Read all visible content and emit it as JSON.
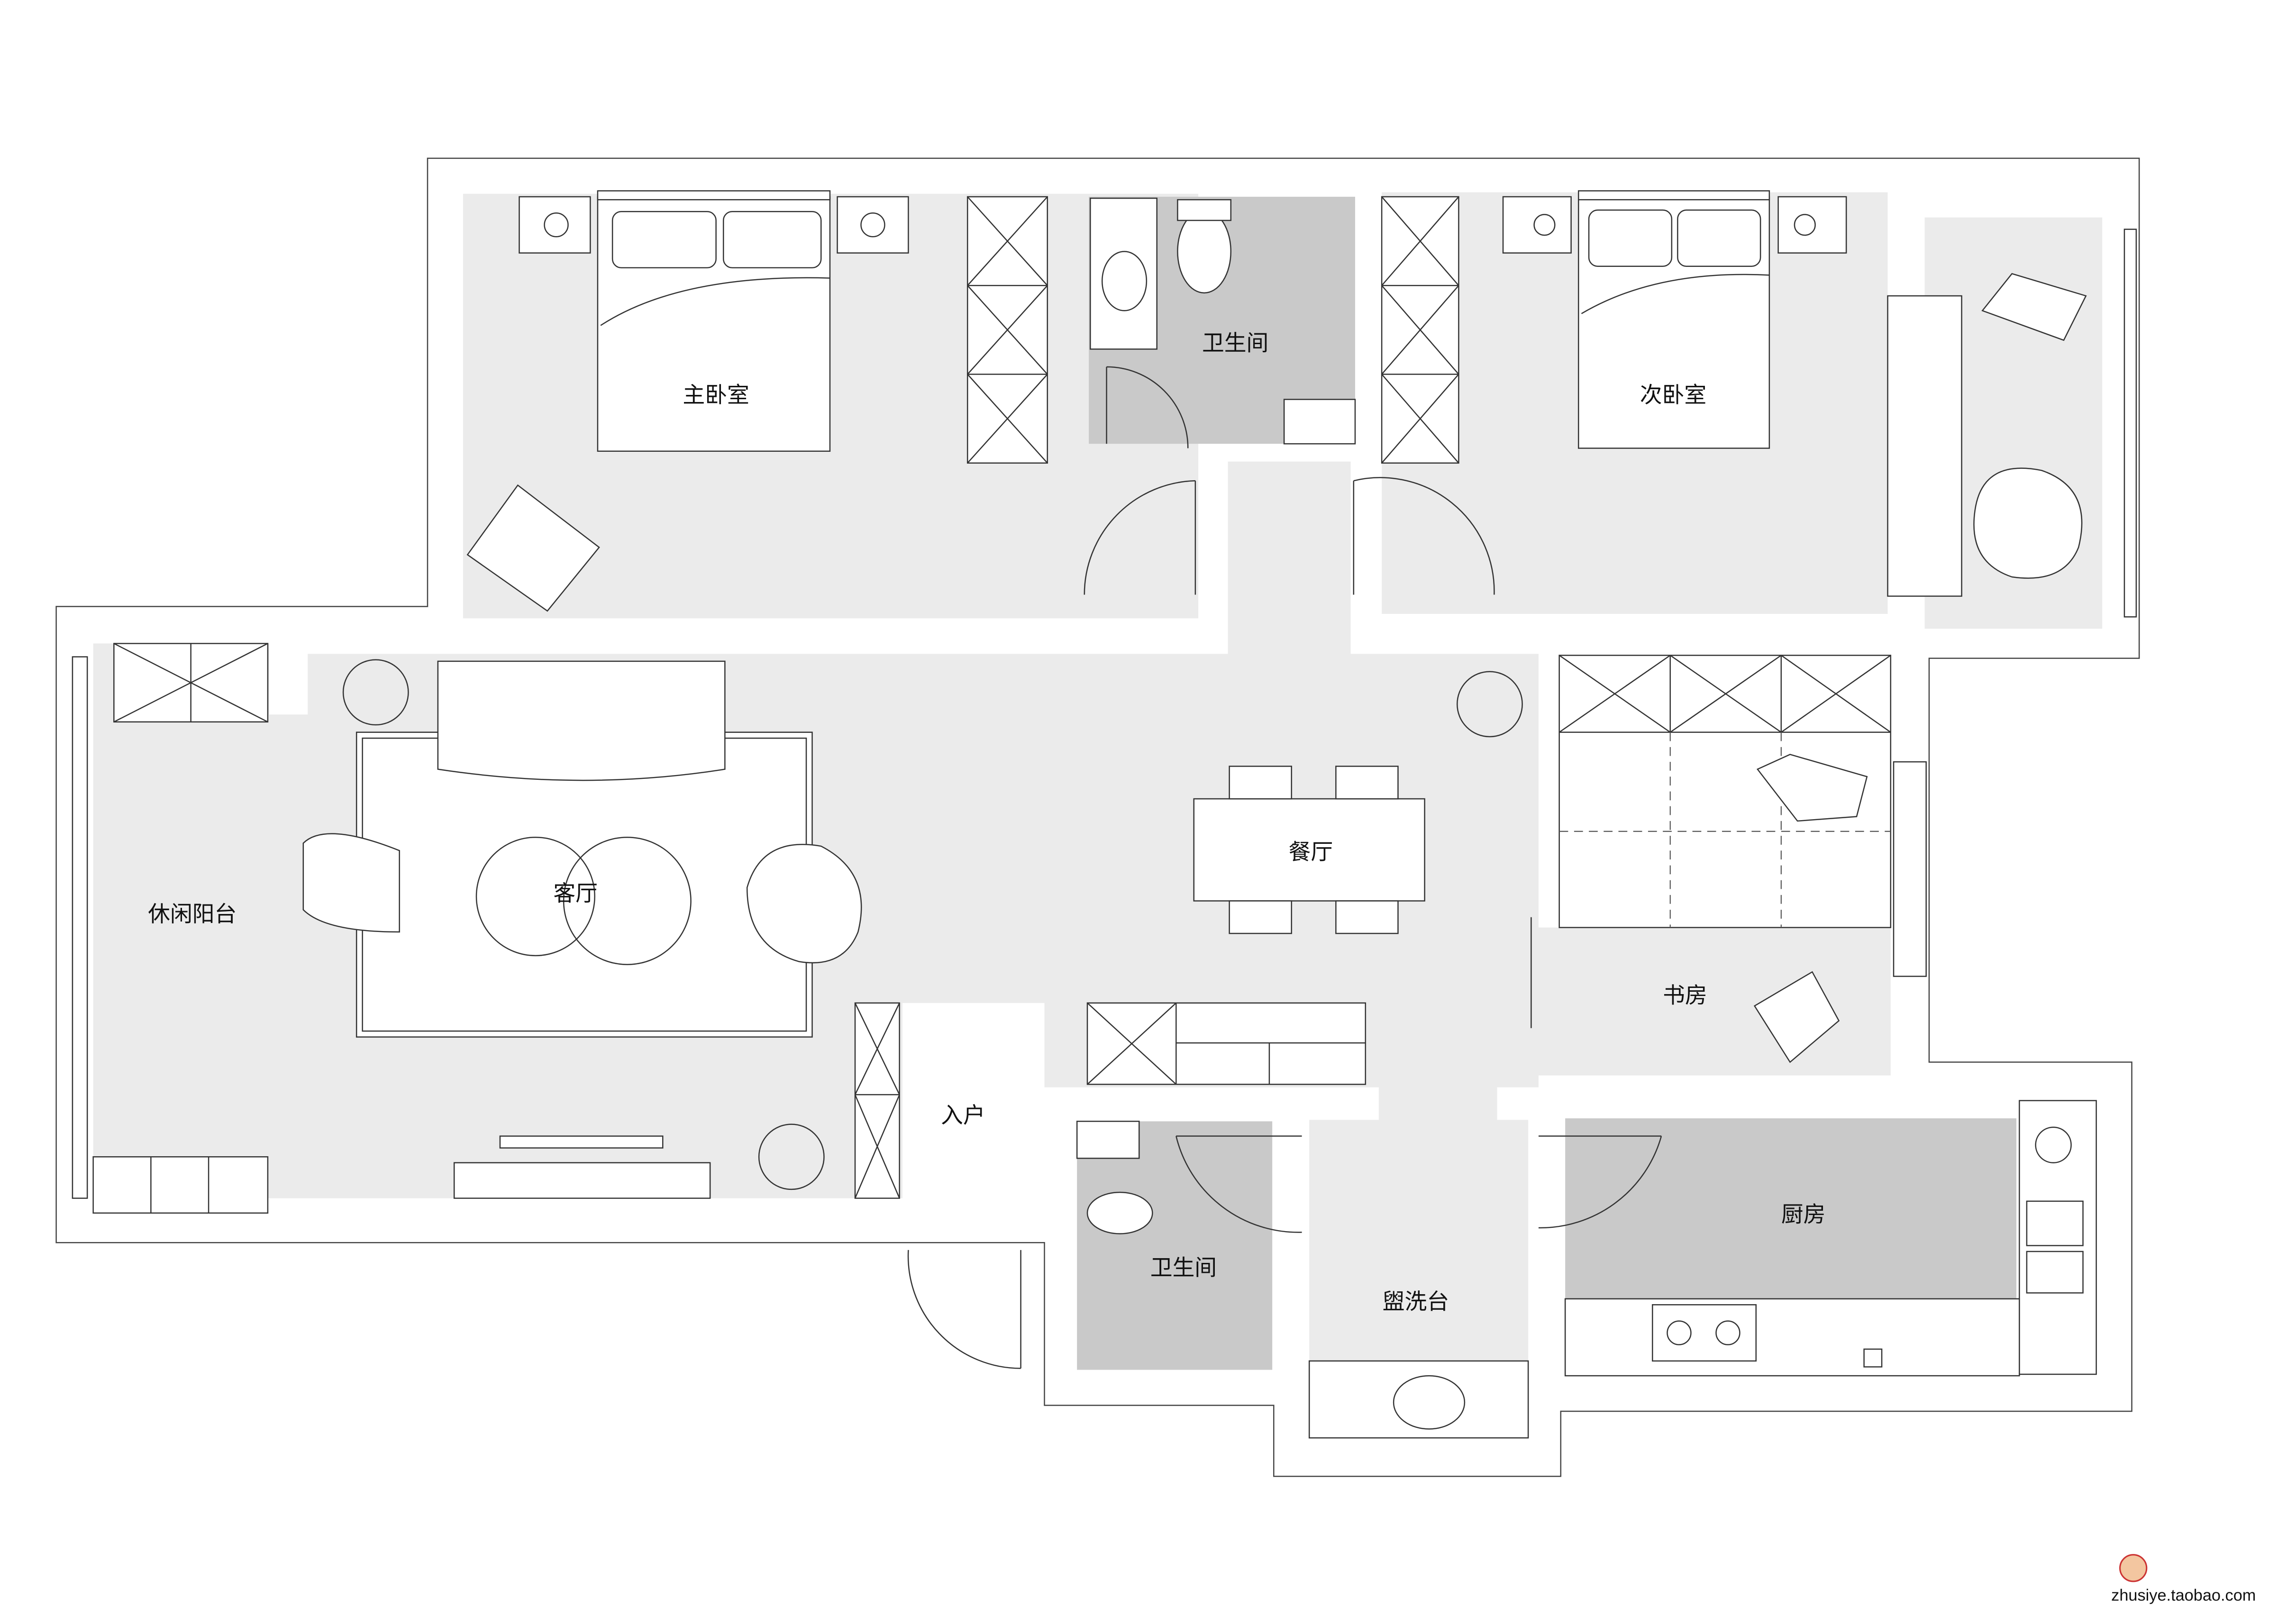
{
  "rooms": {
    "master_bedroom": "主卧室",
    "bathroom_1": "卫生间",
    "second_bedroom": "次卧室",
    "leisure_balcony": "休闲阳台",
    "living_room": "客厅",
    "dining_room": "餐厅",
    "study": "书房",
    "entrance": "入户",
    "bathroom_2": "卫生间",
    "washbasin": "盥洗台",
    "kitchen": "厨房"
  },
  "watermark": {
    "text": "zhusiye.taobao.com"
  },
  "colors": {
    "floor": "#ebebeb",
    "wet_area": "#c9c9c9",
    "line": "#333333"
  }
}
